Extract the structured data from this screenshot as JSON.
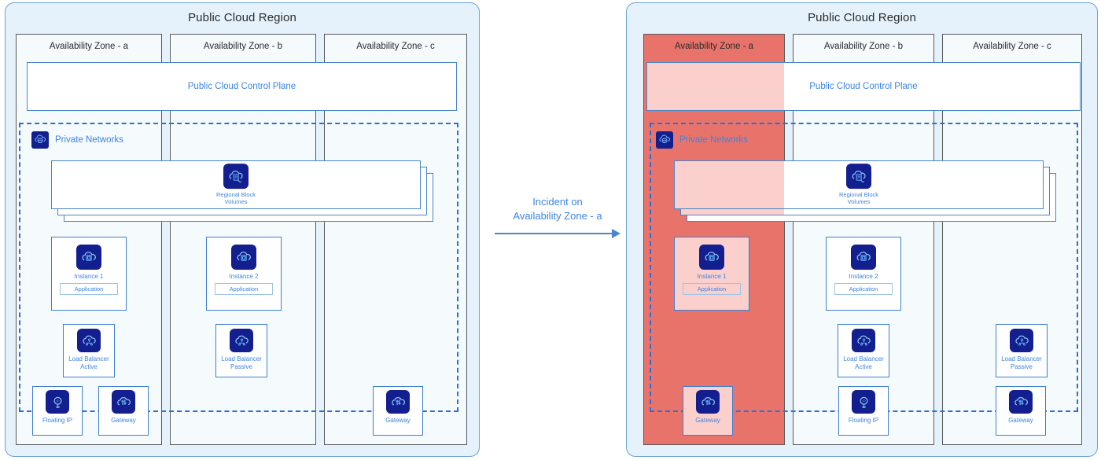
{
  "diagram": {
    "title": "Public Cloud Region failover across Availability Zones",
    "transition": {
      "label": "Incident on\nAvailability Zone - a",
      "arrow_color": "#4a86c8"
    },
    "colors": {
      "region_fill": "#e6f2fb",
      "region_border": "#6ba3d6",
      "zone_fill": "#f5fafd",
      "zone_border": "#595959",
      "zone_failed_fill": "#e8736b",
      "failed_wash": "#fbd0cc",
      "accent_blue": "#3d85e0",
      "node_border": "#3d7fd1",
      "icon_tile": "#131f8f",
      "privnet_border": "#2a6fd6"
    }
  },
  "before": {
    "region_title": "Public Cloud Region",
    "zones": [
      {
        "label": "Availability Zone - a",
        "failed": false
      },
      {
        "label": "Availability Zone - b",
        "failed": false
      },
      {
        "label": "Availability Zone - c",
        "failed": false
      }
    ],
    "control_plane": {
      "label": "Public Cloud Control Plane"
    },
    "private_networks": {
      "label": "Private Networks",
      "icon": "private-network-icon"
    },
    "block_volumes": {
      "label": "Regional Block\nVolumes",
      "icon": "block-volume-icon",
      "copies": 3
    },
    "nodes": [
      {
        "id": "instance-1",
        "caption": "Instance 1",
        "sub": "Application",
        "icon": "instance-icon",
        "zone": "a",
        "highlight": false
      },
      {
        "id": "instance-2",
        "caption": "Instance 2",
        "sub": "Application",
        "icon": "instance-icon",
        "zone": "b",
        "highlight": false
      },
      {
        "id": "load-balancer-active",
        "caption": "Load Balancer\nActive",
        "sub": null,
        "icon": "load-balancer-icon",
        "zone": "a",
        "highlight": false
      },
      {
        "id": "load-balancer-passive",
        "caption": "Load Balancer\nPassive",
        "sub": null,
        "icon": "load-balancer-icon",
        "zone": "b",
        "highlight": false
      },
      {
        "id": "floating-ip",
        "caption": "Floating IP",
        "sub": null,
        "icon": "floating-ip-icon",
        "zone": "a",
        "highlight": false
      },
      {
        "id": "gateway-a",
        "caption": "Gateway",
        "sub": null,
        "icon": "gateway-icon",
        "zone": "a",
        "highlight": false
      },
      {
        "id": "gateway-c",
        "caption": "Gateway",
        "sub": null,
        "icon": "gateway-icon",
        "zone": "c",
        "highlight": false
      }
    ]
  },
  "after": {
    "region_title": "Public Cloud Region",
    "zones": [
      {
        "label": "Availability Zone - a",
        "failed": true
      },
      {
        "label": "Availability Zone - b",
        "failed": false
      },
      {
        "label": "Availability Zone - c",
        "failed": false
      }
    ],
    "control_plane": {
      "label": "Public Cloud Control Plane"
    },
    "private_networks": {
      "label": "Private Networks",
      "icon": "private-network-icon"
    },
    "block_volumes": {
      "label": "Regional Block\nVolumes",
      "icon": "block-volume-icon",
      "copies": 3
    },
    "nodes": [
      {
        "id": "instance-1",
        "caption": "Instance 1",
        "sub": "Application",
        "icon": "instance-icon",
        "zone": "a",
        "highlight": true
      },
      {
        "id": "instance-2",
        "caption": "Instance 2",
        "sub": "Application",
        "icon": "instance-icon",
        "zone": "b",
        "highlight": false
      },
      {
        "id": "load-balancer-active",
        "caption": "Load Balancer\nActive",
        "sub": null,
        "icon": "load-balancer-icon",
        "zone": "b",
        "highlight": false
      },
      {
        "id": "load-balancer-passive",
        "caption": "Load Balancer\nPassive",
        "sub": null,
        "icon": "load-balancer-icon",
        "zone": "c",
        "highlight": false
      },
      {
        "id": "floating-ip",
        "caption": "Floating IP",
        "sub": null,
        "icon": "floating-ip-icon",
        "zone": "b",
        "highlight": false
      },
      {
        "id": "gateway-a",
        "caption": "Gateway",
        "sub": null,
        "icon": "gateway-icon",
        "zone": "a",
        "highlight": true
      },
      {
        "id": "gateway-c",
        "caption": "Gateway",
        "sub": null,
        "icon": "gateway-icon",
        "zone": "c",
        "highlight": false
      }
    ]
  }
}
